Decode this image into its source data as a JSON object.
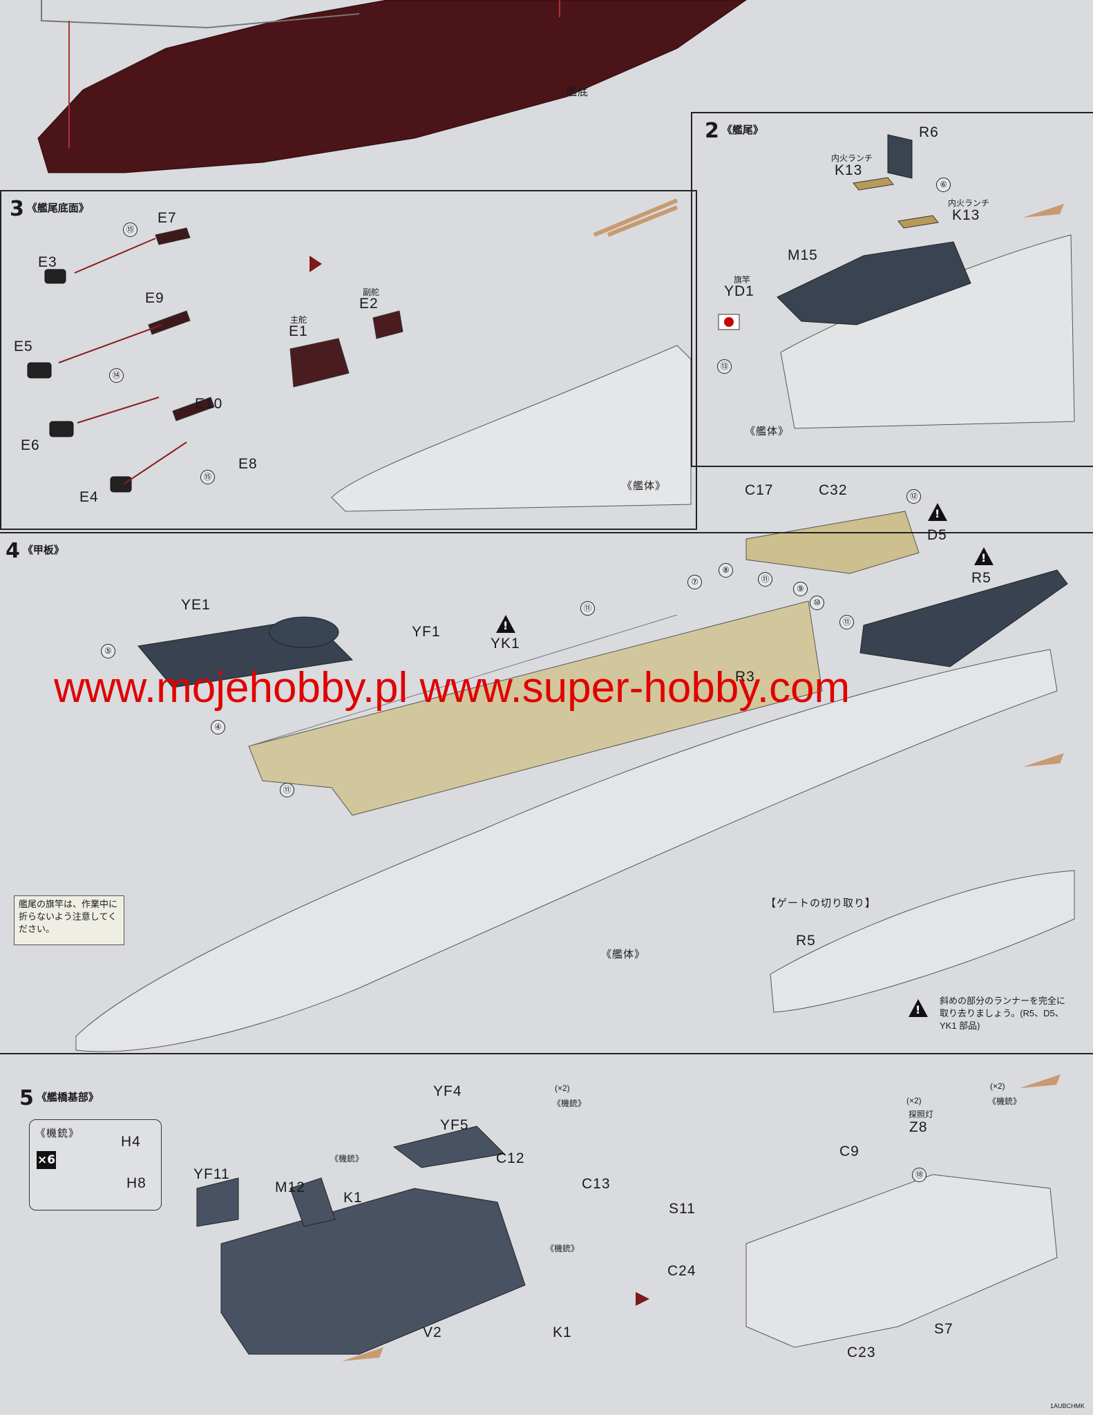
{
  "watermark": "www.mojehobby.pl www.super-hobby.com",
  "top": {
    "hull_bottom_label": "艦底"
  },
  "step2": {
    "number": "2",
    "title": "《艦尾》",
    "parts": {
      "r6": "R6",
      "k13a": "K13",
      "k13a_desc": "内火ランチ",
      "k13b": "K13",
      "k13b_desc": "内火ランチ",
      "m15": "M15",
      "yd1": "YD1",
      "yd1_desc": "旗竿",
      "hull": "《艦体》"
    },
    "decals": [
      "⑥",
      "⑬"
    ]
  },
  "step3": {
    "number": "3",
    "title": "《艦尾底面》",
    "parts": {
      "e7": "E7",
      "e3": "E3",
      "e9": "E9",
      "e5": "E5",
      "e10": "E10",
      "e6": "E6",
      "e8": "E8",
      "e4": "E4",
      "e2": "E2",
      "e2_desc": "副舵",
      "e1": "E1",
      "e1_desc": "主舵",
      "hull": "《艦体》"
    },
    "decals": [
      "⑮",
      "⑭",
      "⑮"
    ]
  },
  "step4": {
    "number": "4",
    "title": "《甲板》",
    "parts": {
      "ye1": "YE1",
      "yf1": "YF1",
      "yk1": "YK1",
      "c17": "C17",
      "c32": "C32",
      "d5": "D5",
      "r5": "R5",
      "r3": "R3",
      "hull": "《艦体》",
      "gate_title": "【ゲートの切り取り】",
      "gate_r5": "R5"
    },
    "decals": [
      "⑤",
      "④",
      "⑪",
      "⑪",
      "⑦",
      "⑧",
      "⑪",
      "⑨",
      "⑩",
      "⑪",
      "⑫"
    ],
    "note": "艦尾の旗竿は、作業中に折らないよう注意してください。",
    "gate_note": "斜めの部分のランナーを完全に取り去りましょう。(R5、D5、YK1 部品)"
  },
  "step5": {
    "number": "5",
    "title": "《艦橋基部》",
    "gun_box": {
      "title": "《機銃》",
      "count": "×6",
      "h4": "H4",
      "h8": "H8"
    },
    "parts": {
      "yf4": "YF4",
      "yf5": "YF5",
      "yf11": "YF11",
      "m12": "M12",
      "k1a": "K1",
      "k1a_desc": "《機銃》",
      "c12": "C12",
      "c13": "C13",
      "c13_desc": "《機銃》",
      "c13_count": "(×2)",
      "k1b": "K1",
      "k1b_desc": "《機銃》",
      "v2": "V2",
      "c9": "C9",
      "z8": "Z8",
      "z8_desc": "探照灯",
      "z8_count": "(×2)",
      "gun_right": "《機銃》",
      "gun_right_count": "(×2)",
      "s11": "S11",
      "c24": "C24",
      "s7": "S7",
      "c23": "C23"
    },
    "decals": [
      "⑱"
    ]
  },
  "footer_code": "1AUBCHMK"
}
